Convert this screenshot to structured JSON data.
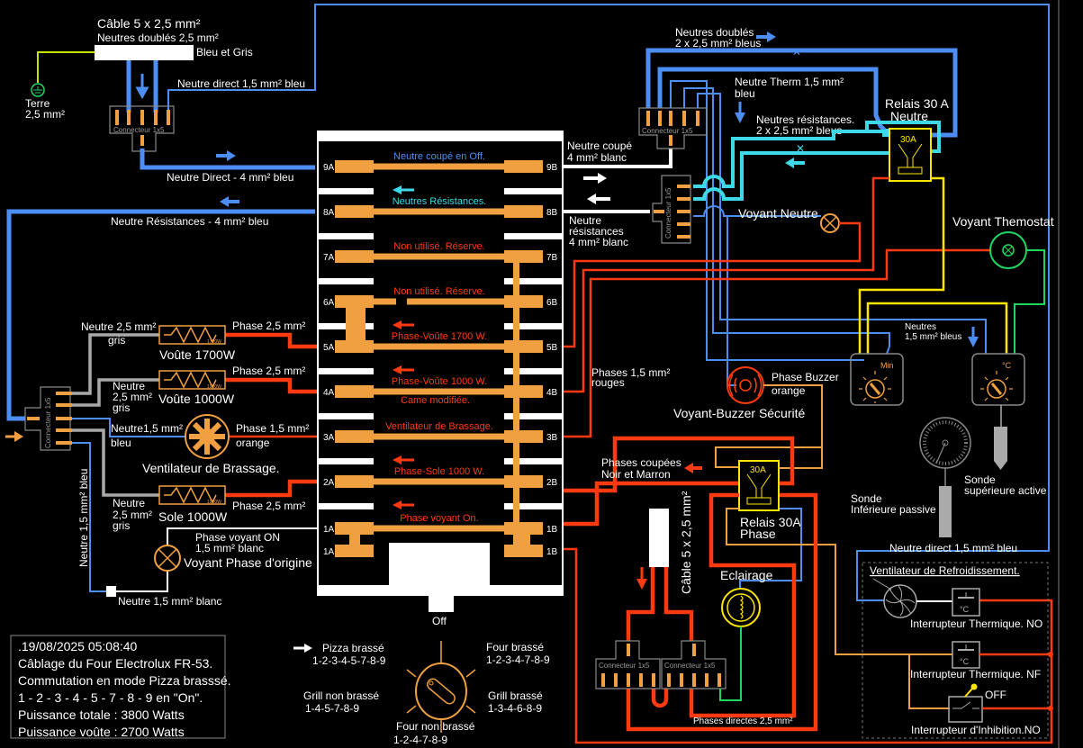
{
  "colors": {
    "blue": "#4d8ef5",
    "cyan": "#3fd8e8",
    "orange": "#f0a040",
    "red": "#ff3a10",
    "yellow": "#ffe600",
    "green": "#1ed760",
    "white": "#ffffff",
    "gray": "#aaaaaa"
  },
  "top_left": {
    "cable_title": "Câble 5 x 2,5 mm²",
    "cable_sub": "Neutres doublés 2,5 mm²",
    "cable_colors": "Bleu et Gris",
    "earth_1": "Terre",
    "earth_2": "2,5 mm²",
    "neutral_direct_thin": "Neutre direct 1,5 mm²  bleu",
    "neutral_direct_thick": "Neutre Direct - 4 mm²  bleu",
    "neutral_res_thick": "Neutre Résistances - 4 mm²  bleu",
    "connector": "Connecteur 1x5"
  },
  "left": {
    "connector": "Connecteur 1x5",
    "n25_gris_1": "Neutre 2,5 mm²",
    "gris": "gris",
    "phase25": "Phase 2,5 mm²",
    "voute1700": "Voûte 1700W",
    "r1700": "1700W",
    "neutre": "Neutre",
    "mm25": "2,5 mm²",
    "voute1000": "Voûte 1000W",
    "r1000": "1000W",
    "n15": "Neutre1,5 mm²",
    "bleu": "bleu",
    "phase15": "Phase 1,5 mm²",
    "orange": "orange",
    "fan": "Ventilateur de Brassage.",
    "sole": "Sole 1000W",
    "phase_voyant_1": "Phase voyant ON",
    "phase_voyant_2": "1,5 mm²  blanc",
    "voyant_origine": "Voyant Phase d'origine",
    "n15_blanc": "Neutre 1,5 mm²  blanc",
    "n15_bleu_vert": "Neutre 1,5 mm²  bleu"
  },
  "switch": {
    "rows": [
      {
        "a": "9A",
        "b": "9B",
        "label": "Neutre coupé en Off.",
        "color": "#4d8ef5"
      },
      {
        "a": "8A",
        "b": "8B",
        "label": "Neutres Résistances.",
        "color": "#3fd8e8"
      },
      {
        "a": "7A",
        "b": "7B",
        "label": "Non utilisé. Réserve.",
        "color": "#ff3a10"
      },
      {
        "a": "6A",
        "b": "6B",
        "label": "Non utilisé. Réserve.",
        "color": "#ff3a10"
      },
      {
        "a": "5A",
        "b": "5B",
        "label": "Phase-Voûte 1700 W.",
        "color": "#ff3a10"
      },
      {
        "a": "4A",
        "b": "4B",
        "label": "Phase-Voûte 1000 W.",
        "color": "#ff3a10"
      },
      {
        "a": "3A",
        "b": "3B",
        "label": "Ventilateur de Brassage.",
        "color": "#ff3a10"
      },
      {
        "a": "2A",
        "b": "2B",
        "label": "Phase-Sole 1000 W.",
        "color": "#ff3a10"
      },
      {
        "a": "1A",
        "b": "1B",
        "label": "Phase voyant On.",
        "color": "#ff3a10"
      },
      {
        "a": "1A",
        "b": "1B",
        "label": "",
        "color": "#ff3a10"
      }
    ],
    "note_4": "Came modifiée.",
    "off": "Off"
  },
  "right_top": {
    "neutres_doubles_1": "Neutres doublés",
    "neutres_doubles_2": "2 x 2,5 mm²  bleus",
    "neutre_therm_1": "Neutre Therm 1,5 mm²",
    "neutre_therm_2": "bleu",
    "neutres_res_1": "Neutres résistances.",
    "neutres_res_2": "2 x 2,5 mm²  bleus",
    "relais_neutre_1": "Relais 30 A",
    "relais_neutre_2": "Neutre",
    "relay_rating": "30A",
    "neutre_coupe_1": "Neutre coupé",
    "neutre_coupe_2": "4 mm² blanc",
    "neutre_res_1": "Neutre",
    "neutre_res_2": "résistances",
    "neutre_res_3": "4 mm²  blanc",
    "connector": "Connecteur 1x5",
    "voyant_neutre": "Voyant Neutre",
    "voyant_thermostat": "Voyant Themostat",
    "neutres_1": "Neutres",
    "neutres_2": "1,5 mm²  bleus",
    "min": "Min",
    "deg": "°C",
    "sonde_sup_1": "Sonde",
    "sonde_sup_2": "supérieure active",
    "sonde_inf_1": "Sonde",
    "sonde_inf_2": "Inférieure passive"
  },
  "right_mid": {
    "phases_rouges_1": "Phases 1,5 mm²",
    "phases_rouges_2": "rouges",
    "buzzer_phase_1": "Phase Buzzer",
    "buzzer_phase_2": "orange",
    "buzzer": "Voyant-Buzzer Sécurité",
    "phases_coupees_1": "Phases coupées",
    "phases_coupees_2": "Noir et Marron",
    "relais_phase_1": "Relais 30A",
    "relais_phase_2": "Phase",
    "relay_rating": "30A",
    "cable": "Câble 5 x 2,5 mm²",
    "eclairage": "Eclairage",
    "connector": "Connecteur 1x5",
    "phases_directes": "Phases directes 2,5 mm²",
    "neutre_direct": "Neutre direct 1,5 mm²  bleu"
  },
  "cooling": {
    "title": "Ventilateur de Refroidissement.",
    "it_no": "Interrupteur Thermique. NO",
    "it_nf": "Interrupteur Thermique. NF",
    "inhib": "Interrupteur d'Inhibition.NO",
    "off": "OFF",
    "deg": "°C"
  },
  "info": {
    "lines": [
      ".19/08/2025 05:08:40",
      "Câblage du Four Electrolux FR-53.",
      "Commutation en mode Pizza brasssé.",
      "1 - 2 - 3 - 4 - 5 - 7 - 8 - 9  en \"On\".",
      "Puissance totale : 3800 Watts",
      "Puissance voûte : 2700 Watts"
    ]
  },
  "selector": {
    "selected": "Pizza brassé",
    "positions": [
      {
        "name": "Pizza brassé",
        "contacts": "1-2-3-4-5-7-8-9"
      },
      {
        "name": "Four brassé",
        "contacts": "1-2-3-4-7-8-9"
      },
      {
        "name": "Grill non brassé",
        "contacts": "1-4-5-7-8-9"
      },
      {
        "name": "Grill brassé",
        "contacts": "1-3-4-6-8-9"
      },
      {
        "name": "Four non brassé",
        "contacts": "1-2-4-7-8-9"
      }
    ]
  }
}
